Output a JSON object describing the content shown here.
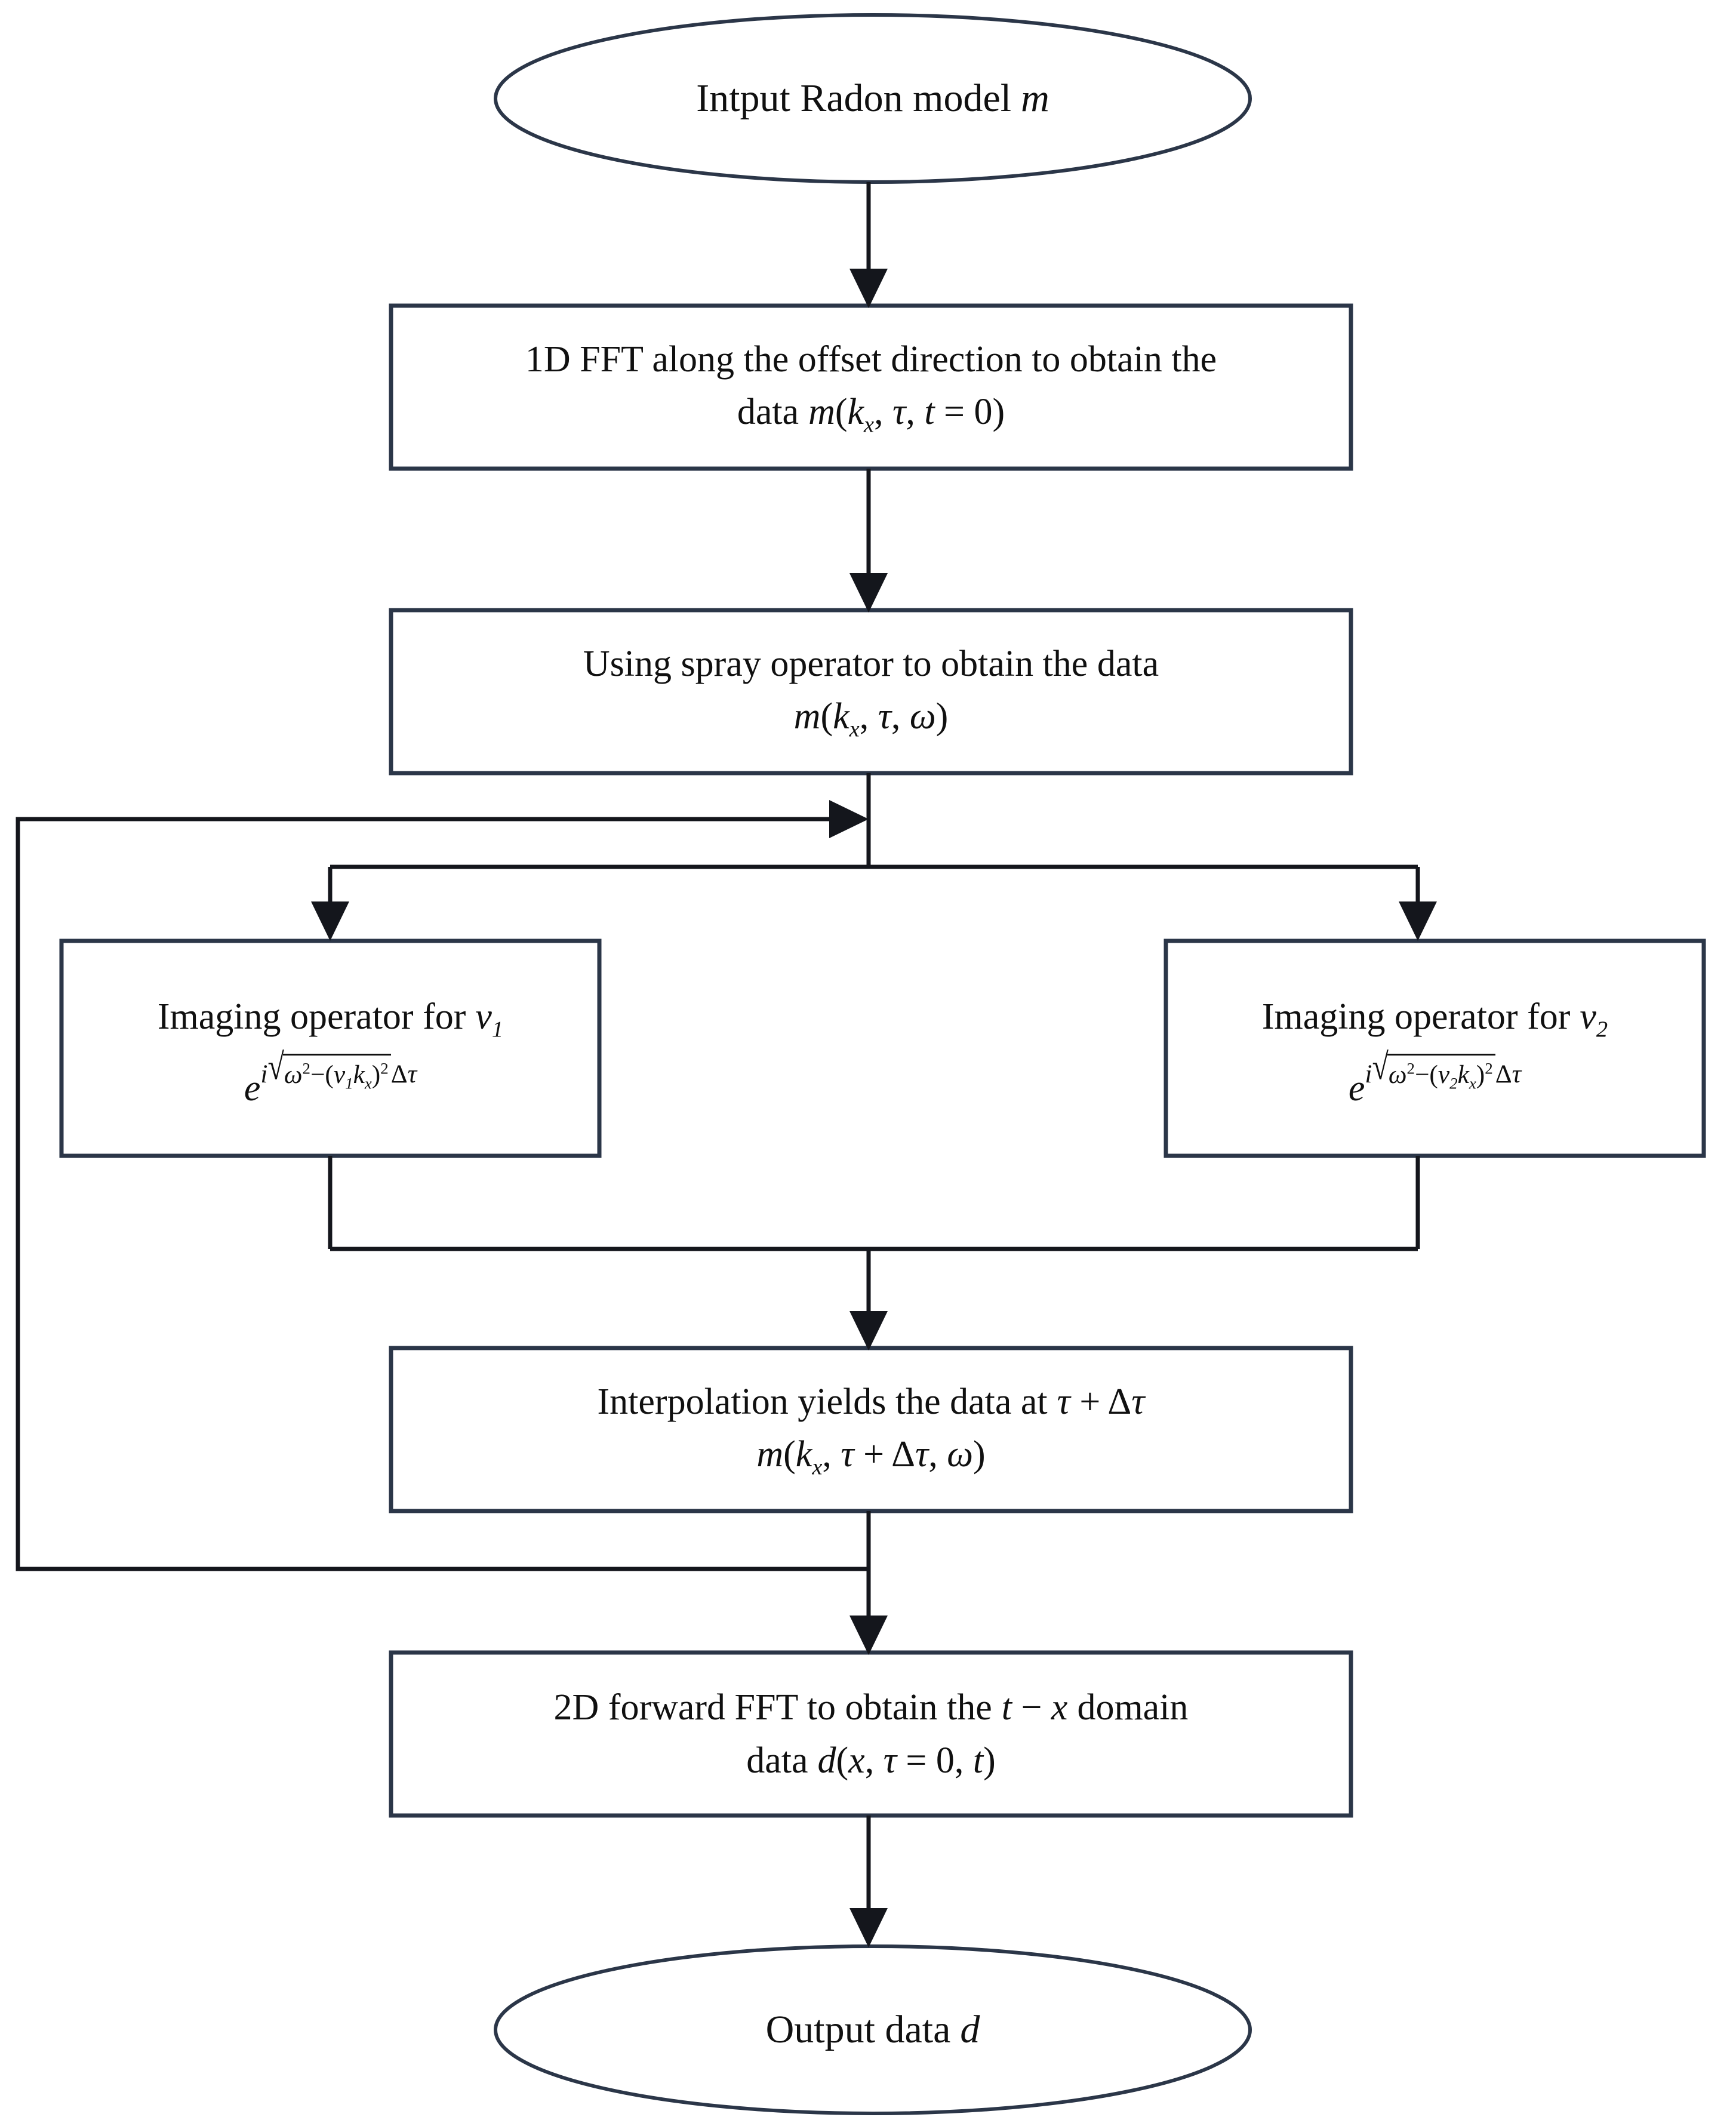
{
  "diagram": {
    "title": "Flowchart of the Radon-domain imaging algorithm",
    "colors": {
      "box_border": "#2b3648",
      "connector": "#14161c",
      "node_fill": "#ffffff",
      "background": "#ffffff",
      "text": "#101010"
    },
    "nodes": [
      {
        "id": "input",
        "shape": "ellipse",
        "lines": [
          "Intput Radon model  m"
        ],
        "text_plain": "Intput Radon model m",
        "italic_tokens": [
          "m"
        ]
      },
      {
        "id": "fft1d",
        "shape": "rectangle",
        "lines": [
          "1D FFT along the offset direction to obtain the",
          "data  m(k_x, τ, t = 0)"
        ],
        "line1": "1D FFT along the offset direction to obtain the",
        "line2_prefix": "data",
        "line2_math": "m(k_x, τ, t = 0)"
      },
      {
        "id": "spray",
        "shape": "rectangle",
        "lines": [
          "Using spray operator to obtain the data",
          "m(k_x, τ, ω)"
        ],
        "line1": "Using spray operator to obtain the data",
        "line2_math": "m(k_x, τ, ω)"
      },
      {
        "id": "imaging-v1",
        "shape": "rectangle",
        "line1_prefix": "Imaging operator for",
        "line1_symbol": "v",
        "line1_symbol_sub": "1",
        "formula": "e^{i√(ω² − (v_1 k_x)²)Δτ}",
        "formula_parts": {
          "base": "e",
          "i": "i",
          "radicand_a": "ω",
          "radicand_a_sup": "2",
          "minus": "−",
          "velocity": "v",
          "velocity_sub": "1",
          "wavenumber": "k",
          "wavenumber_sub": "x",
          "group_sup": "2",
          "tail": "Δτ"
        }
      },
      {
        "id": "imaging-v2",
        "shape": "rectangle",
        "line1_prefix": "Imaging operator for",
        "line1_symbol": "v",
        "line1_symbol_sub": "2",
        "formula": "e^{i√(ω² − (v_2 k_x)²)Δτ}",
        "formula_parts": {
          "base": "e",
          "i": "i",
          "radicand_a": "ω",
          "radicand_a_sup": "2",
          "minus": "−",
          "velocity": "v",
          "velocity_sub": "2",
          "wavenumber": "k",
          "wavenumber_sub": "x",
          "group_sup": "2",
          "tail": "Δτ"
        }
      },
      {
        "id": "interpolation",
        "shape": "rectangle",
        "line1_prefix": "Interpolation yields the data at",
        "line1_math": "τ + Δτ",
        "line2_math": "m(k_x, τ + Δτ, ω)"
      },
      {
        "id": "fft2d",
        "shape": "rectangle",
        "line1_prefix": "2D forward FFT to obtain the",
        "line1_math": "t − x",
        "line1_suffix": "domain",
        "line2_prefix": "data",
        "line2_math": "d(x, τ = 0, t)"
      },
      {
        "id": "output",
        "shape": "ellipse",
        "lines": [
          "Output data  d"
        ],
        "text_plain": "Output data d",
        "italic_tokens": [
          "d"
        ]
      }
    ],
    "edges": [
      {
        "id": "e1",
        "from": "input",
        "to": "fft1d",
        "style": "straight-down",
        "arrow": true
      },
      {
        "id": "e2",
        "from": "fft1d",
        "to": "spray",
        "style": "straight-down",
        "arrow": true
      },
      {
        "id": "e3",
        "from": "spray",
        "to": "split",
        "style": "straight-down",
        "arrow": false
      },
      {
        "id": "e4",
        "from": "split",
        "to": "imaging-v1",
        "style": "elbow-left",
        "arrow": true
      },
      {
        "id": "e5",
        "from": "split",
        "to": "imaging-v2",
        "style": "elbow-right",
        "arrow": true
      },
      {
        "id": "e6",
        "from": "imaging-v1",
        "to": "merge",
        "style": "elbow-down-right",
        "arrow": false
      },
      {
        "id": "e7",
        "from": "imaging-v2",
        "to": "merge",
        "style": "elbow-down-left",
        "arrow": false
      },
      {
        "id": "e8",
        "from": "merge",
        "to": "interpolation",
        "style": "straight-down",
        "arrow": true
      },
      {
        "id": "e9",
        "from": "interpolation",
        "to": "fft2d",
        "style": "straight-down",
        "arrow": true
      },
      {
        "id": "e10",
        "from": "fft2d",
        "to": "output",
        "style": "straight-down",
        "arrow": true
      },
      {
        "id": "e11",
        "from": "interpolation",
        "to": "split",
        "style": "feedback-loop-left",
        "arrow": true
      }
    ]
  }
}
